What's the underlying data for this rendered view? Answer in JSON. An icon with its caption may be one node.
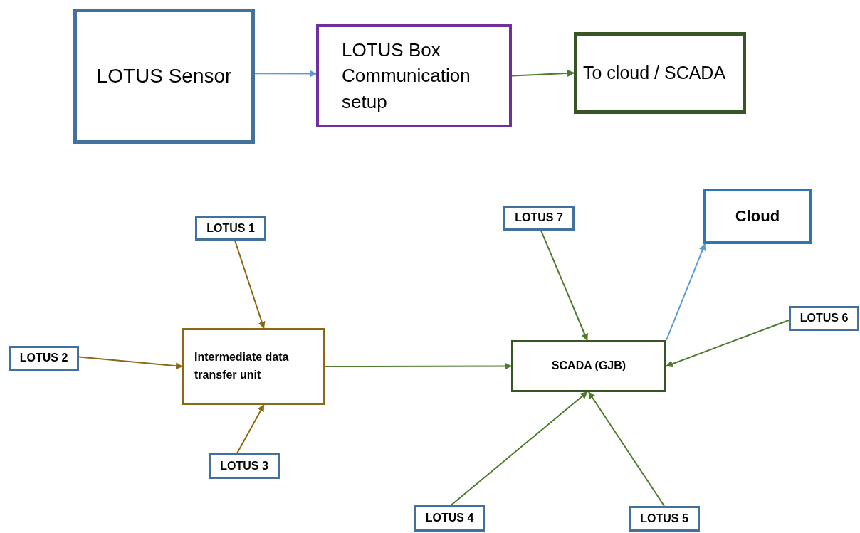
{
  "diagram": {
    "nodes": [
      {
        "text": [
          "LOTUS Sensor"
        ]
      },
      {
        "text": [
          "LOTUS Box",
          "Communication setup"
        ]
      },
      {
        "text": [
          "To cloud / SCADA"
        ]
      },
      {
        "text": [
          "LOTUS 1"
        ]
      },
      {
        "text": [
          "LOTUS 2"
        ]
      },
      {
        "text": [
          "Intermediate data transfer unit"
        ]
      },
      {
        "text": [
          "LOTUS 3"
        ]
      },
      {
        "text": [
          "LOTUS 7"
        ]
      },
      {
        "text": [
          "Cloud"
        ]
      },
      {
        "text": [
          "SCADA (GJB)"
        ]
      },
      {
        "text": [
          "LOTUS 6"
        ]
      },
      {
        "text": [
          "LOTUS 4"
        ]
      },
      {
        "text": [
          "LOTUS 5"
        ]
      }
    ],
    "edges": [
      {
        "from": 0,
        "to": 1,
        "arrow": "to",
        "color": "#5b9bd5"
      },
      {
        "from": 1,
        "to": 2,
        "arrow": "to"
      },
      {
        "from": 3,
        "to": 5,
        "arrow": "to",
        "color": "#8b6914"
      },
      {
        "from": 4,
        "to": 5,
        "arrow": "to",
        "color": "#8b6914"
      },
      {
        "from": 6,
        "to": 5,
        "arrow": "to",
        "color": "#8b6914"
      },
      {
        "from": 5,
        "to": 9,
        "arrow": "to"
      },
      {
        "from": 7,
        "to": 9,
        "arrow": "to"
      },
      {
        "from": 10,
        "to": 9,
        "arrow": "to"
      },
      {
        "from": 11,
        "to": 9,
        "arrow": "to"
      },
      {
        "from": 12,
        "to": 9,
        "arrow": "to"
      },
      {
        "from": 9,
        "to": 8,
        "arrow": "to",
        "color": "#5b9bd5"
      }
    ]
  }
}
